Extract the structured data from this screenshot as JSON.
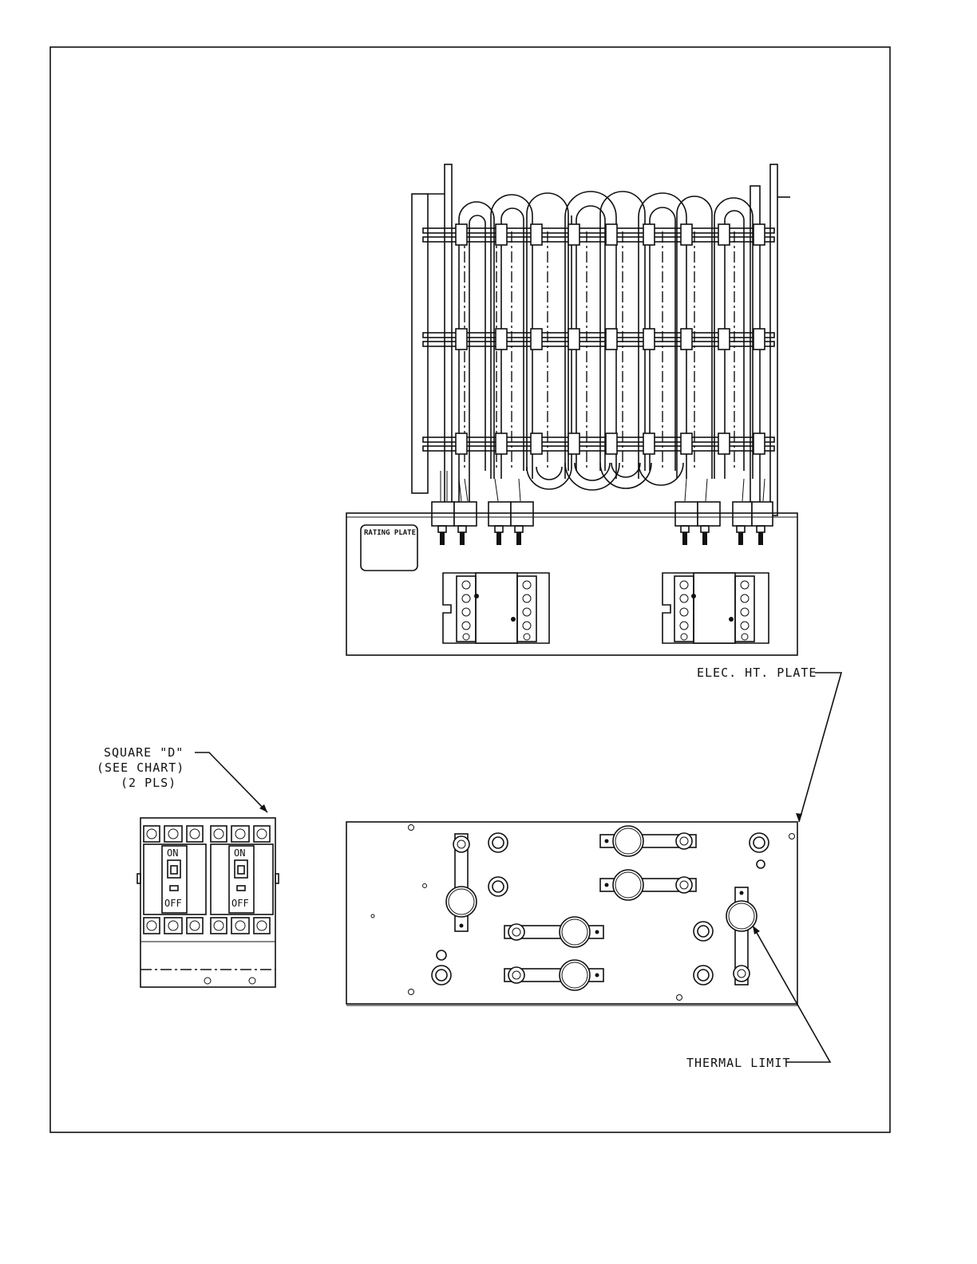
{
  "labels": {
    "rating_plate": "RATING PLATE",
    "elec_ht_plate": "ELEC. HT. PLATE",
    "square_d_line1": "SQUARE \"D\"",
    "square_d_line2": "(SEE CHART)",
    "square_d_line3": "(2 PLS)",
    "thermal_limit": "THERMAL LIMIT",
    "switch_on": "ON",
    "switch_off": "OFF"
  }
}
